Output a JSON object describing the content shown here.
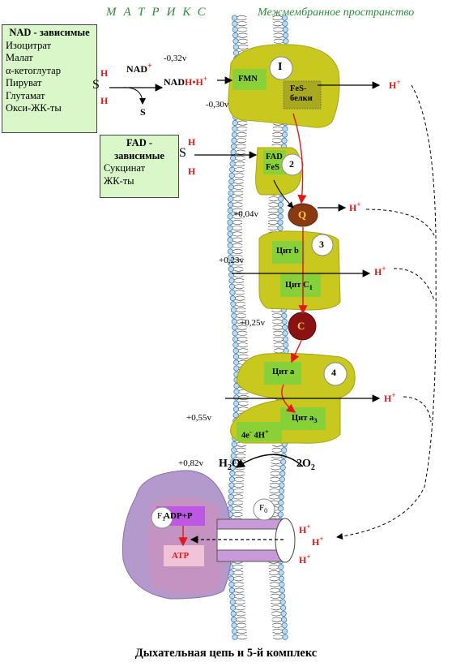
{
  "header": {
    "matrix": "МАТРИКС",
    "intermembrane": "Межмембранное пространство"
  },
  "nad_box": {
    "title": "NAD - зависимые",
    "items": [
      "Изоцитрат",
      "Малат",
      "α-кетоглутар",
      "Пируват",
      "Глутамат",
      "Окси-ЖК-ты"
    ]
  },
  "fad_box": {
    "title": "FAD - зависимые",
    "items": [
      "Сукцинат",
      "ЖК-ты"
    ]
  },
  "reaction_nad": {
    "s": "S",
    "h": "H",
    "nad_plus": "NAD",
    "plus_sign": "+",
    "nadh": "NAD",
    "nadh_h": "H",
    "nadh_suffix": "•H",
    "s_out": "S"
  },
  "reaction_fad": {
    "s": "S",
    "h": "H"
  },
  "potentials": {
    "p1": "-0,32v",
    "p2": "-0,30v",
    "p3": "+0,04v",
    "p4": "+0,23v",
    "p5": "+0,25v",
    "p6": "+0,55v",
    "p7": "+0,82v"
  },
  "complex1": {
    "number": "I",
    "fmn": "FMN",
    "fes": "FeS-белки"
  },
  "complex2": {
    "number": "2",
    "fad": "FAD",
    "fes": "FeS"
  },
  "complex3": {
    "number": "3",
    "cyt_b": "Цит b",
    "cyt_c1": "Цит C",
    "cyt_c1_sub": "1"
  },
  "complex4": {
    "number": "4",
    "cyt_a": "Цит a",
    "cyt_a3": "Цит a",
    "cyt_a3_sub": "3",
    "electrons": "4e",
    "electrons_sub": "-",
    "protons": "4H",
    "protons_sup": "+"
  },
  "carriers": {
    "q": "Q",
    "c": "C"
  },
  "water": {
    "h": "H",
    "sub": "2",
    "o": "O",
    "oxygen": "2O",
    "oxygen_sub": "2"
  },
  "atp_synthase": {
    "f1": "F",
    "f1_sub": "1",
    "f0": "F",
    "f0_sub": "0",
    "adp": "ADP+P",
    "atp": "ATP"
  },
  "protons": {
    "h": "H",
    "sup": "+"
  },
  "caption": "Дыхательная цепь и 5-й комплекс",
  "colors": {
    "complex": "#c8c81e",
    "complex_dark": "#a6a60e",
    "inner": "#7ed23c",
    "q": "#8a3a12",
    "c": "#8b1212",
    "arrow_red": "#e01818",
    "header": "#2e8b3a",
    "box_bg": "#d9f7c8",
    "f1": "#b49acc",
    "f1_inner": "#c792bf",
    "f0": "#c89ad8"
  }
}
